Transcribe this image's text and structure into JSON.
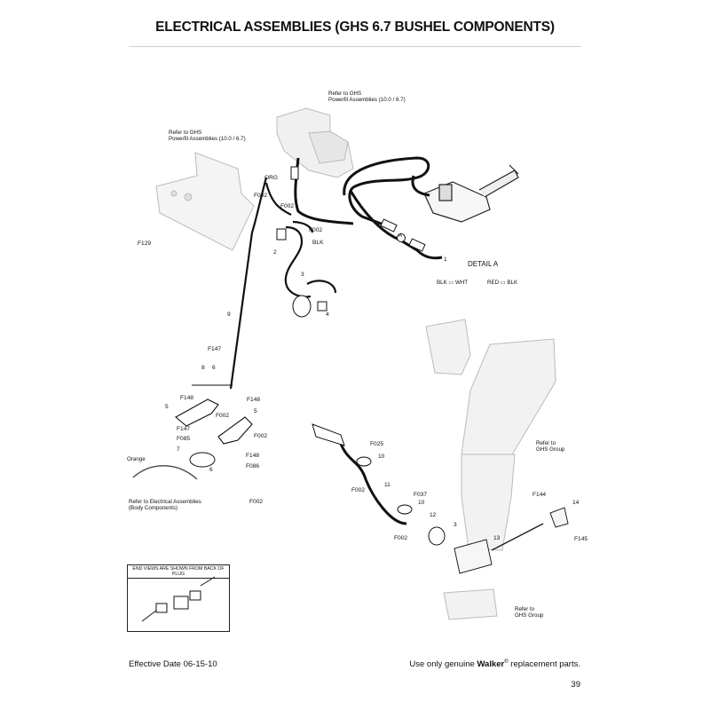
{
  "page": {
    "title": "ELECTRICAL ASSEMBLIES (GHS 6.7 BUSHEL COMPONENTS)",
    "effective_date": "Effective Date 06-15-10",
    "footer_prefix": "Use only genuine ",
    "footer_brand": "Walker",
    "footer_reg": "®",
    "footer_suffix": " replacement parts.",
    "page_number": "39"
  },
  "callouts": {
    "refer_ghs_powerfil_top_1": "Refer to GHS",
    "refer_ghs_powerfil_top_2": "Powerfil",
    "refer_ghs_powerfil_top_3": " Assemblies (10.0 / 6.7)",
    "refer_ghs_powerfil_left_1": "Refer to GHS",
    "refer_ghs_powerfil_left_2": "Powerfil",
    "refer_ghs_powerfil_left_3": " Assemblies (10.0 / 6.7)",
    "refer_ghs_group_1a": "Refer to",
    "refer_ghs_group_1b": "GHS Group",
    "refer_ghs_group_2a": "Refer to",
    "refer_ghs_group_2b": "GHS Group",
    "refer_electrical_1": "Refer to Electrical  Assemblies",
    "refer_electrical_2": "(Body Components)",
    "orange": "Orange",
    "detail_a": "DETAIL A",
    "blk_wht_1": "BLK",
    "blk_wht_2": "WHT",
    "red_blk_1": "RED",
    "red_blk_2": "BLK",
    "inset_title": "END VIEWS ARE SHOWN FROM BACK OF PLUG"
  },
  "parts": {
    "org": "ORG",
    "blk": "BLK",
    "f002_a": "F002",
    "f002_b": "F002",
    "f002_c": "F002",
    "f002_d": "F002",
    "f002_e": "F002",
    "f002_f": "F002",
    "f002_g": "F002",
    "f002_h": "F002",
    "f129": "F129",
    "f147_a": "F147",
    "f147_b": "F147",
    "f148_a": "F148",
    "f148_b": "F148",
    "f148_c": "F148",
    "f085": "F085",
    "f086": "F086",
    "f025": "F025",
    "f037": "F037",
    "f144": "F144",
    "f145": "F145",
    "n1": "1",
    "n2": "2",
    "n3_a": "3",
    "n3_b": "3",
    "n4": "4",
    "n5_a": "5",
    "n5_b": "5",
    "n6": "6",
    "n7": "7",
    "n8": "8",
    "n9": "9",
    "n10_a": "10",
    "n10_b": "10",
    "n11": "11",
    "n12": "12",
    "n13": "13",
    "n14": "14",
    "detail_marker": "A"
  }
}
